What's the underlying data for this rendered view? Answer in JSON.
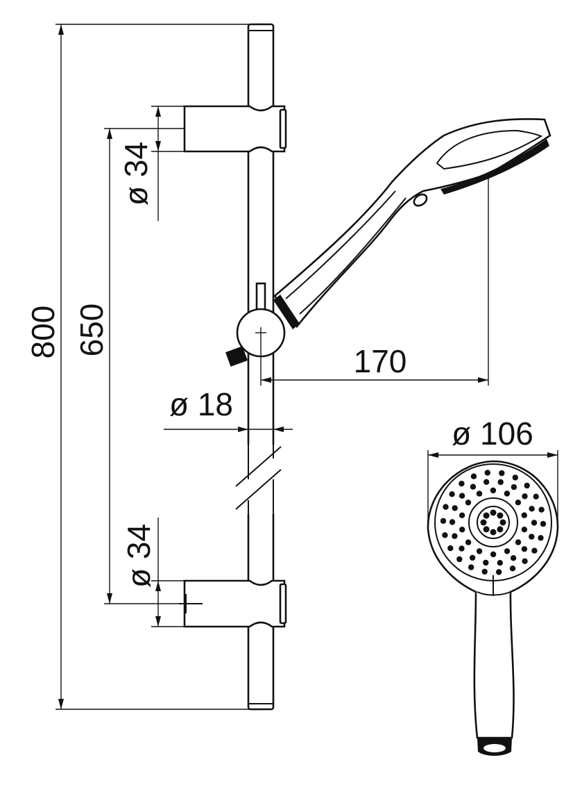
{
  "dimensions": {
    "total_height": "800",
    "bracket_spacing": "650",
    "bracket_diameter_top": "ø 34",
    "bracket_diameter_bottom": "ø 34",
    "rail_diameter": "ø 18",
    "shower_reach": "170",
    "head_diameter": "ø 106"
  },
  "colors": {
    "ink": "#111111",
    "paper": "#ffffff"
  }
}
